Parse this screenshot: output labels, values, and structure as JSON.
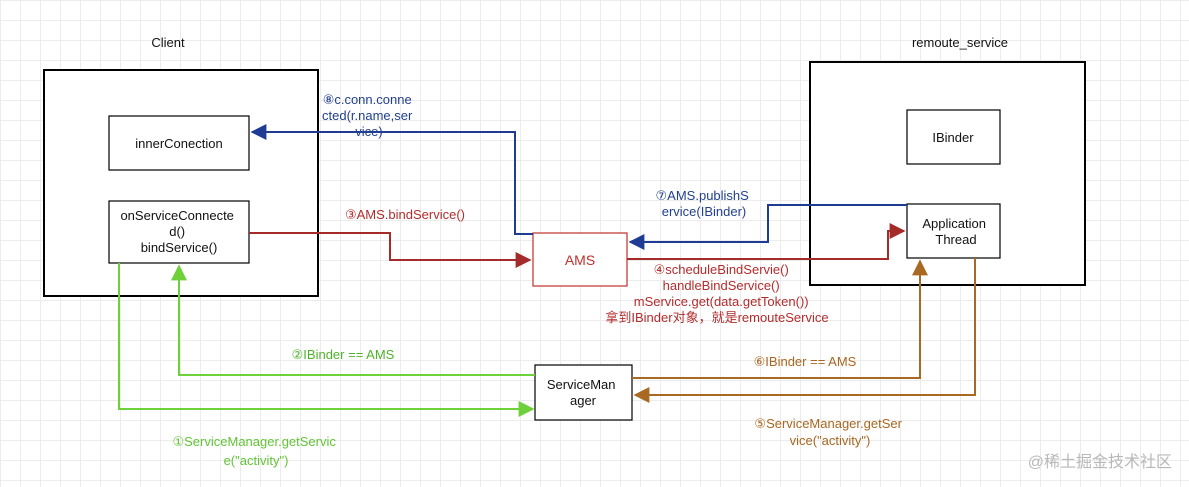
{
  "titles": {
    "client": "Client",
    "remote_service": "remoute_service"
  },
  "boxes": {
    "inner_conection": "innerConection",
    "on_service_connected": [
      "onServiceConnecte",
      "d()",
      "bindService()"
    ],
    "ams": "AMS",
    "ibinder": "IBinder",
    "application_thread": [
      "Application",
      "Thread"
    ],
    "service_manager": [
      "ServiceMan",
      "ager"
    ]
  },
  "edges": {
    "step1": [
      "①ServiceManager.getServic",
      "e(\"activity\")"
    ],
    "step2": "②IBinder == AMS",
    "step3": "③AMS.bindService()",
    "step4": [
      "④scheduleBindServie()",
      "handleBindService()",
      "mService.get(data.getToken())",
      "拿到IBinder对象，就是remouteService"
    ],
    "step5": [
      "⑤ServiceManager.getSer",
      "vice(\"activity\")"
    ],
    "step6": "⑥IBinder == AMS",
    "step7": [
      "⑦AMS.publishS",
      "ervice(IBinder)"
    ],
    "step8": [
      "⑧c.conn.conne",
      "cted(r.name,ser",
      "vice)"
    ]
  },
  "colors": {
    "green": "#6fd13a",
    "brown": "#a86a22",
    "red": "#a52b2b",
    "blue": "#1f3c94",
    "ams_text": "#c0302a",
    "step1_text": "#62c436",
    "step2_text": "#4fb22c",
    "step5_text": "#a8661f",
    "step6_text": "#a8661f",
    "step3_text": "#b32c2c",
    "step4_text": "#b32c2c",
    "step7_text": "#23408f",
    "step8_text": "#23408f"
  },
  "watermark": "@稀土掘金技术社区"
}
